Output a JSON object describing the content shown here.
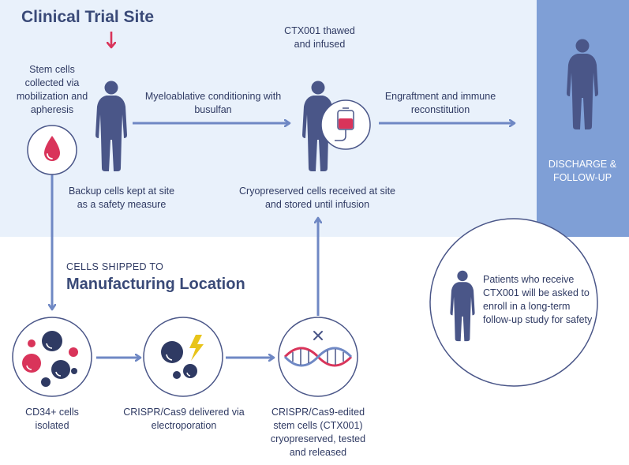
{
  "site_title": "Clinical Trial Site",
  "mfg_pretitle": "CELLS SHIPPED TO",
  "mfg_title": "Manufacturing Location",
  "labels": {
    "stem_cells": "Stem cells collected via mobilization and apheresis",
    "backup": "Backup cells kept at site as a safety measure",
    "conditioning": "Myeloablative conditioning with busulfan",
    "thawed": "CTX001 thawed and infused",
    "received": "Cryopreserved cells received at site and stored until infusion",
    "engraftment": "Engraftment and immune reconstitution",
    "discharge": "DISCHARGE & FOLLOW-UP",
    "followup_note": "Patients who receive CTX001 will be asked to enroll in a long-term follow-up study for safety",
    "cd34": "CD34+ cells isolated",
    "crispr_delivered": "CRISPR/Cas9 delivered via electroporation",
    "edited": "CRISPR/Cas9-edited stem cells (CTX001) cryopreserved, tested and released"
  },
  "colors": {
    "top_band": "#e9f1fb",
    "right_band": "#7f9fd6",
    "figure": "#4a5688",
    "arrow": "#6f88c4",
    "accent_red": "#d9345a"
  }
}
